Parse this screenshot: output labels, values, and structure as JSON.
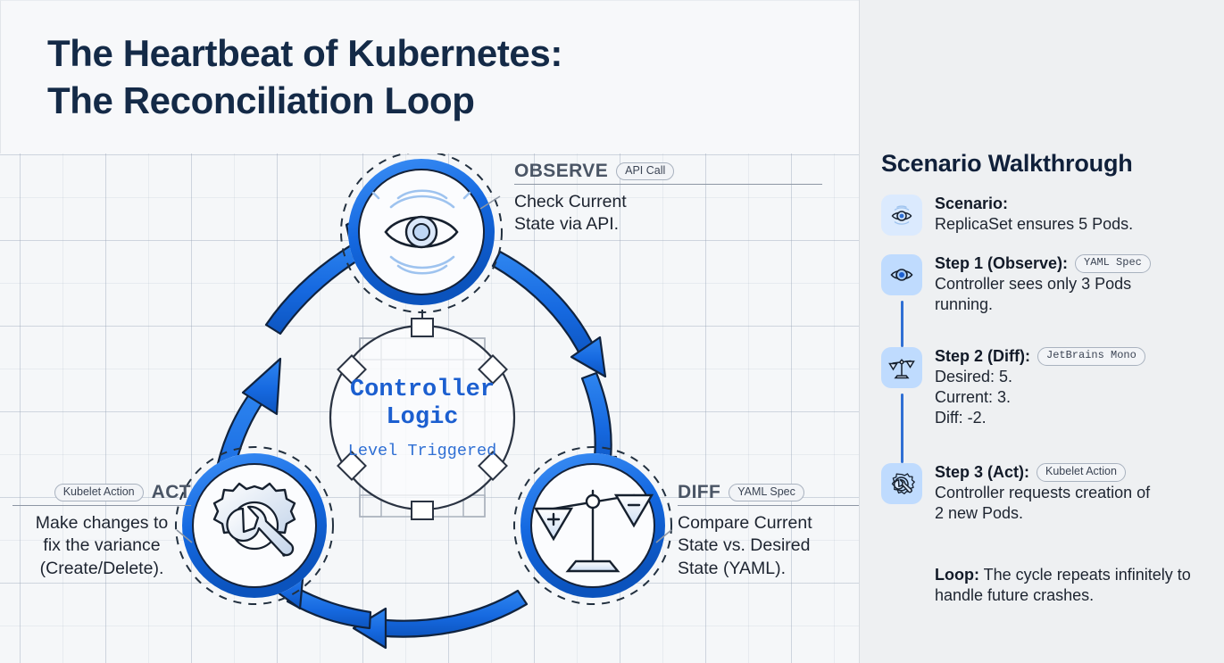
{
  "header": {
    "title": "The Heartbeat of Kubernetes:\nThe Reconciliation Loop"
  },
  "diagram": {
    "center": {
      "main": "Controller\nLogic",
      "sub": "Level Triggered"
    },
    "nodes": [
      {
        "id": "observe",
        "icon": "eye-icon",
        "title": "OBSERVE",
        "chip": "API Call",
        "body": "Check Current\nState via API."
      },
      {
        "id": "diff",
        "icon": "scales-icon",
        "title": "DIFF",
        "chip": "YAML Spec",
        "body": "Compare Current\nState vs. Desired\nState (YAML)."
      },
      {
        "id": "act",
        "icon": "gear-wrench-icon",
        "title": "ACT",
        "chip": "Kubelet Action",
        "body": "Make changes to\nfix the variance\n(Create/Delete)."
      }
    ]
  },
  "sidebar": {
    "title": "Scenario Walkthrough",
    "steps": [
      {
        "icon": "eye-waves-icon",
        "label": "Scenario:",
        "chip": "",
        "body": "ReplicaSet ensures 5 Pods.",
        "tile_color": "#dbeafe",
        "connector": false
      },
      {
        "icon": "eye-icon",
        "label": "Step 1 (Observe):",
        "chip": "YAML Spec",
        "body": "Controller sees only 3 Pods\nrunning.",
        "tile_color": "#bfdbfe",
        "connector": true
      },
      {
        "icon": "scales-icon",
        "label": "Step 2 (Diff):",
        "chip": "JetBrains Mono",
        "body": "Desired: 5.\nCurrent: 3.\nDiff: -2.",
        "tile_color": "#bfdbfe",
        "connector": true
      },
      {
        "icon": "gear-wrench-icon",
        "label": "Step 3 (Act):",
        "chip": "Kubelet Action",
        "body": "Controller requests creation of\n2 new Pods.",
        "tile_color": "#bfdbfe",
        "connector": false
      }
    ],
    "loop": {
      "label": "Loop:",
      "text": " The cycle repeats infinitely to handle future crashes."
    }
  },
  "colors": {
    "accent": "#1c6feb",
    "accent_dark": "#0f4ea8",
    "ink": "#142a47",
    "canvas": "#f5f7f9",
    "panel": "#eef0f2"
  }
}
